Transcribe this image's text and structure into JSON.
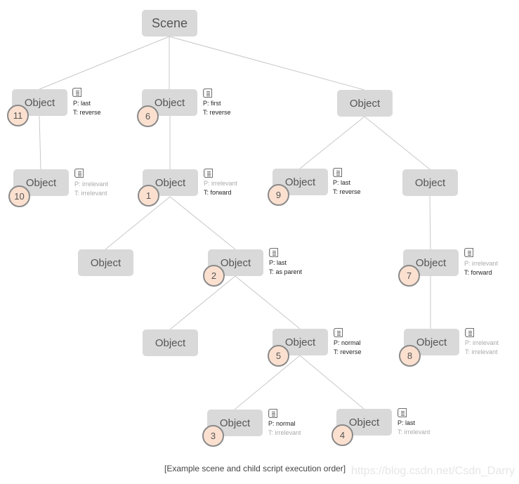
{
  "scene_label": "Scene",
  "object_label": "Object",
  "caption": "[Example scene and child script execution order]",
  "watermark": "https://blog.csdn.net/Csdn_Darry",
  "colors": {
    "node_fill": "#d9d9d9",
    "badge_fill": "#fbe0d0",
    "edge": "#c8c8c8",
    "dim_text": "#aaaaaa"
  },
  "scripts": {
    "s11": {
      "order": "11",
      "p": "P: last",
      "t": "T: reverse"
    },
    "s10": {
      "order": "10",
      "p": "P: irrelevant",
      "t": "T: irrelevant"
    },
    "s6": {
      "order": "6",
      "p": "P: first",
      "t": "T: reverse"
    },
    "s1": {
      "order": "1",
      "p": "P: irrelevant",
      "t": "T: forward"
    },
    "s9": {
      "order": "9",
      "p": "P: last",
      "t": "T: reverse"
    },
    "s2": {
      "order": "2",
      "p": "P: last",
      "t": "T: as parent"
    },
    "s7": {
      "order": "7",
      "p": "P: irrelevant",
      "t": "T: forward"
    },
    "s5": {
      "order": "5",
      "p": "P: normal",
      "t": "T: reverse"
    },
    "s8": {
      "order": "8",
      "p": "P: irrelevant",
      "t": "T: irrelevant"
    },
    "s3": {
      "order": "3",
      "p": "P: normal",
      "t": "T: irrelevant"
    },
    "s4": {
      "order": "4",
      "p": "P: last",
      "t": "T: irrelevant"
    }
  }
}
